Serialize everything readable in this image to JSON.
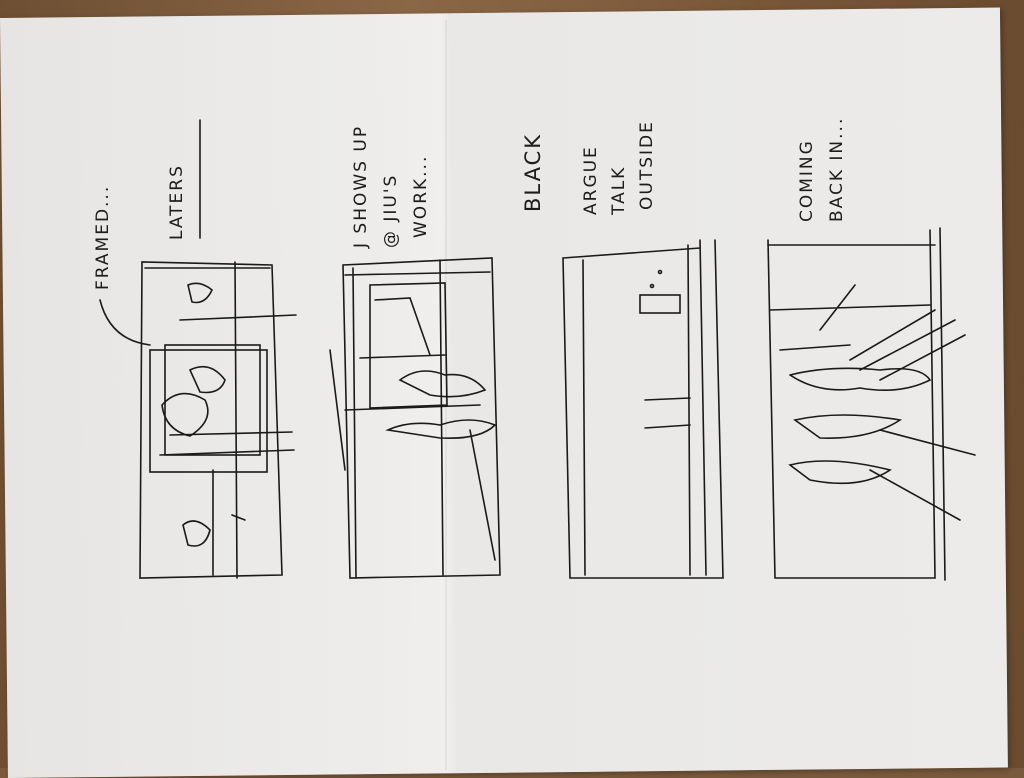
{
  "storyboard": {
    "panels": [
      {
        "caption": [
          "FRAMED..."
        ],
        "heading": "LATERS"
      },
      {
        "caption": [
          "J SHOWS UP",
          "@ JIU'S",
          "WORK..."
        ]
      },
      {
        "caption": [
          "BLACK"
        ]
      },
      {
        "caption": [
          "ARGUE",
          "TALK",
          "OUTSIDE"
        ]
      },
      {
        "caption": [
          "COMING",
          "BACK IN..."
        ]
      }
    ]
  }
}
